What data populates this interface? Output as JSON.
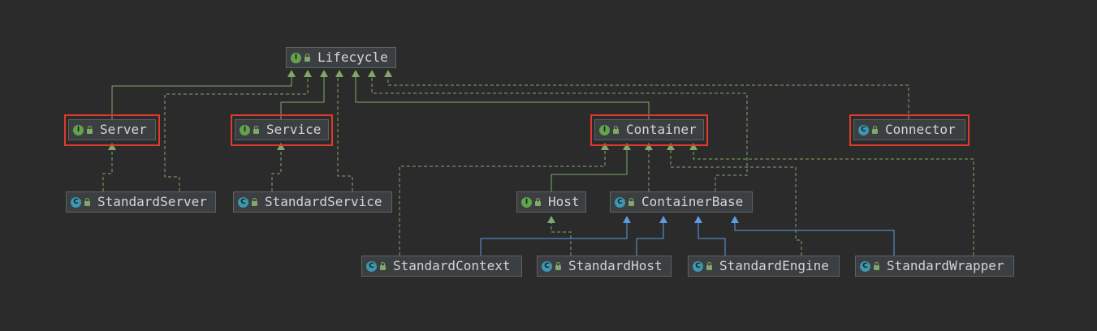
{
  "diagram": {
    "nodes": {
      "lifecycle": {
        "name": "Lifecycle",
        "kind": "interface",
        "badge": "I"
      },
      "server": {
        "name": "Server",
        "kind": "interface",
        "badge": "I"
      },
      "service": {
        "name": "Service",
        "kind": "interface",
        "badge": "I"
      },
      "container": {
        "name": "Container",
        "kind": "interface",
        "badge": "I"
      },
      "connector": {
        "name": "Connector",
        "kind": "class",
        "badge": "C"
      },
      "standard_server": {
        "name": "StandardServer",
        "kind": "class",
        "badge": "C"
      },
      "standard_service": {
        "name": "StandardService",
        "kind": "class",
        "badge": "C"
      },
      "host": {
        "name": "Host",
        "kind": "interface",
        "badge": "I"
      },
      "container_base": {
        "name": "ContainerBase",
        "kind": "class",
        "badge": "C"
      },
      "standard_context": {
        "name": "StandardContext",
        "kind": "class",
        "badge": "C"
      },
      "standard_host": {
        "name": "StandardHost",
        "kind": "class",
        "badge": "C"
      },
      "standard_engine": {
        "name": "StandardEngine",
        "kind": "class",
        "badge": "C"
      },
      "standard_wrapper": {
        "name": "StandardWrapper",
        "kind": "class",
        "badge": "C"
      }
    },
    "highlighted": [
      "server",
      "service",
      "container",
      "connector"
    ],
    "relations": [
      {
        "from": "server",
        "to": "lifecycle",
        "type": "extends"
      },
      {
        "from": "service",
        "to": "lifecycle",
        "type": "extends"
      },
      {
        "from": "container",
        "to": "lifecycle",
        "type": "extends"
      },
      {
        "from": "connector",
        "to": "lifecycle",
        "type": "implements"
      },
      {
        "from": "standard_server",
        "to": "server",
        "type": "implements"
      },
      {
        "from": "standard_server",
        "to": "lifecycle",
        "type": "implements"
      },
      {
        "from": "standard_service",
        "to": "service",
        "type": "implements"
      },
      {
        "from": "standard_service",
        "to": "lifecycle",
        "type": "implements"
      },
      {
        "from": "host",
        "to": "container",
        "type": "extends"
      },
      {
        "from": "container_base",
        "to": "container",
        "type": "implements"
      },
      {
        "from": "container_base",
        "to": "lifecycle",
        "type": "implements"
      },
      {
        "from": "standard_context",
        "to": "container",
        "type": "implements"
      },
      {
        "from": "standard_context",
        "to": "container_base",
        "type": "extends-class"
      },
      {
        "from": "standard_host",
        "to": "host",
        "type": "implements"
      },
      {
        "from": "standard_host",
        "to": "container_base",
        "type": "extends-class"
      },
      {
        "from": "standard_engine",
        "to": "container",
        "type": "implements"
      },
      {
        "from": "standard_engine",
        "to": "container_base",
        "type": "extends-class"
      },
      {
        "from": "standard_wrapper",
        "to": "container",
        "type": "implements"
      },
      {
        "from": "standard_wrapper",
        "to": "container_base",
        "type": "extends-class"
      }
    ],
    "colors": {
      "background": "#2b2b2b",
      "node_fill": "#3c3f41",
      "node_border": "#5e6164",
      "interface_badge": "#62a44c",
      "class_badge": "#3c97b1",
      "green_edge": "#7fa86a",
      "blue_edge": "#5d9ce0",
      "highlight": "#e03a2a"
    }
  }
}
